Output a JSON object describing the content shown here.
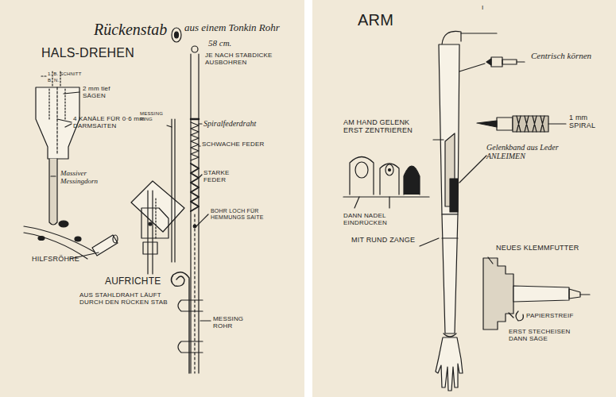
{
  "diagram": {
    "labels": [
      "Rückenstab",
      "aus einem Tonkin Rohr",
      "58 cm.",
      "HALS-DREHEN",
      "1. B. SCHNITT",
      "B. N.",
      "2 mm tief SÄGEN",
      "4 KANÄLE FÜR 0·6 mm DARMSAITEN",
      "Massiver Messingdorn",
      "HILFSRÖHRE",
      "MESSING RING",
      "JE NACH STABDICKE AUSBOHREN",
      "Spiralfederdraht",
      "SCHWACHE FEDER",
      "STARKE FEDER",
      "BOHR LOCH FÜR HEMMUNGS SAITE",
      "AUFRICHTE",
      "AUS STAHLDRAHT LÄUFT DURCH DEN RÜCKEN STAB",
      "MESSING ROHR",
      "ARM",
      "I",
      "Centrisch körnen",
      "1 mm SPIRAL",
      "AM HAND GELENK ERST ZENTRIEREN",
      "Gelenkband aus Leder ANLEIMEN",
      "DANN NADEL EINDRÜCKEN",
      "MIT RUND ZANGE",
      "NEUES KLEMMFUTTER",
      "PAPIERSTREIF",
      "ERST STECHEISEN DANN SÄGE"
    ]
  }
}
